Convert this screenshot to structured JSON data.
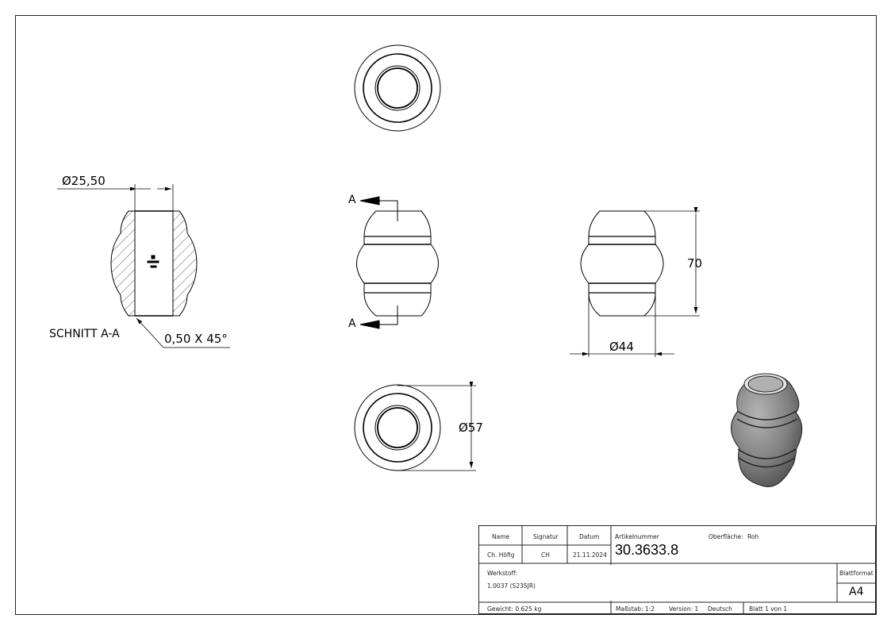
{
  "drawing": {
    "views": {
      "section": {
        "title": "SCHNITT A-A",
        "dim_bore": "Ø25,50",
        "chamfer_note": "0,50 X 45°"
      },
      "front": {
        "section_marker_top": "A",
        "section_marker_bottom": "A"
      },
      "side": {
        "dim_height": "70",
        "dim_diameter": "Ø44"
      },
      "bottom": {
        "dim_diameter": "Ø57"
      },
      "top": {},
      "isometric": {
        "fill_color": "#8a8a8a"
      }
    }
  },
  "title_block": {
    "headers": {
      "name": "Name",
      "signature": "Signatur",
      "date": "Datum"
    },
    "values": {
      "name": "Ch. Höfig",
      "signature": "CH",
      "date": "21.11.2024"
    },
    "article_label": "Artikelnummer",
    "article_number": "30.3633.8",
    "surface_label": "Oberfläche:",
    "surface_value": "Roh",
    "material_label": "Werkstoff:",
    "material_value": "1.0037 (S235JR)",
    "format_label": "Blattformat",
    "format_value": "A4",
    "weight": "Gewicht: 0.625 kg",
    "scale": "Maßstab: 1:2",
    "version": "Version: 1",
    "language": "Deutsch",
    "sheet": "Blatt 1 von 1"
  }
}
